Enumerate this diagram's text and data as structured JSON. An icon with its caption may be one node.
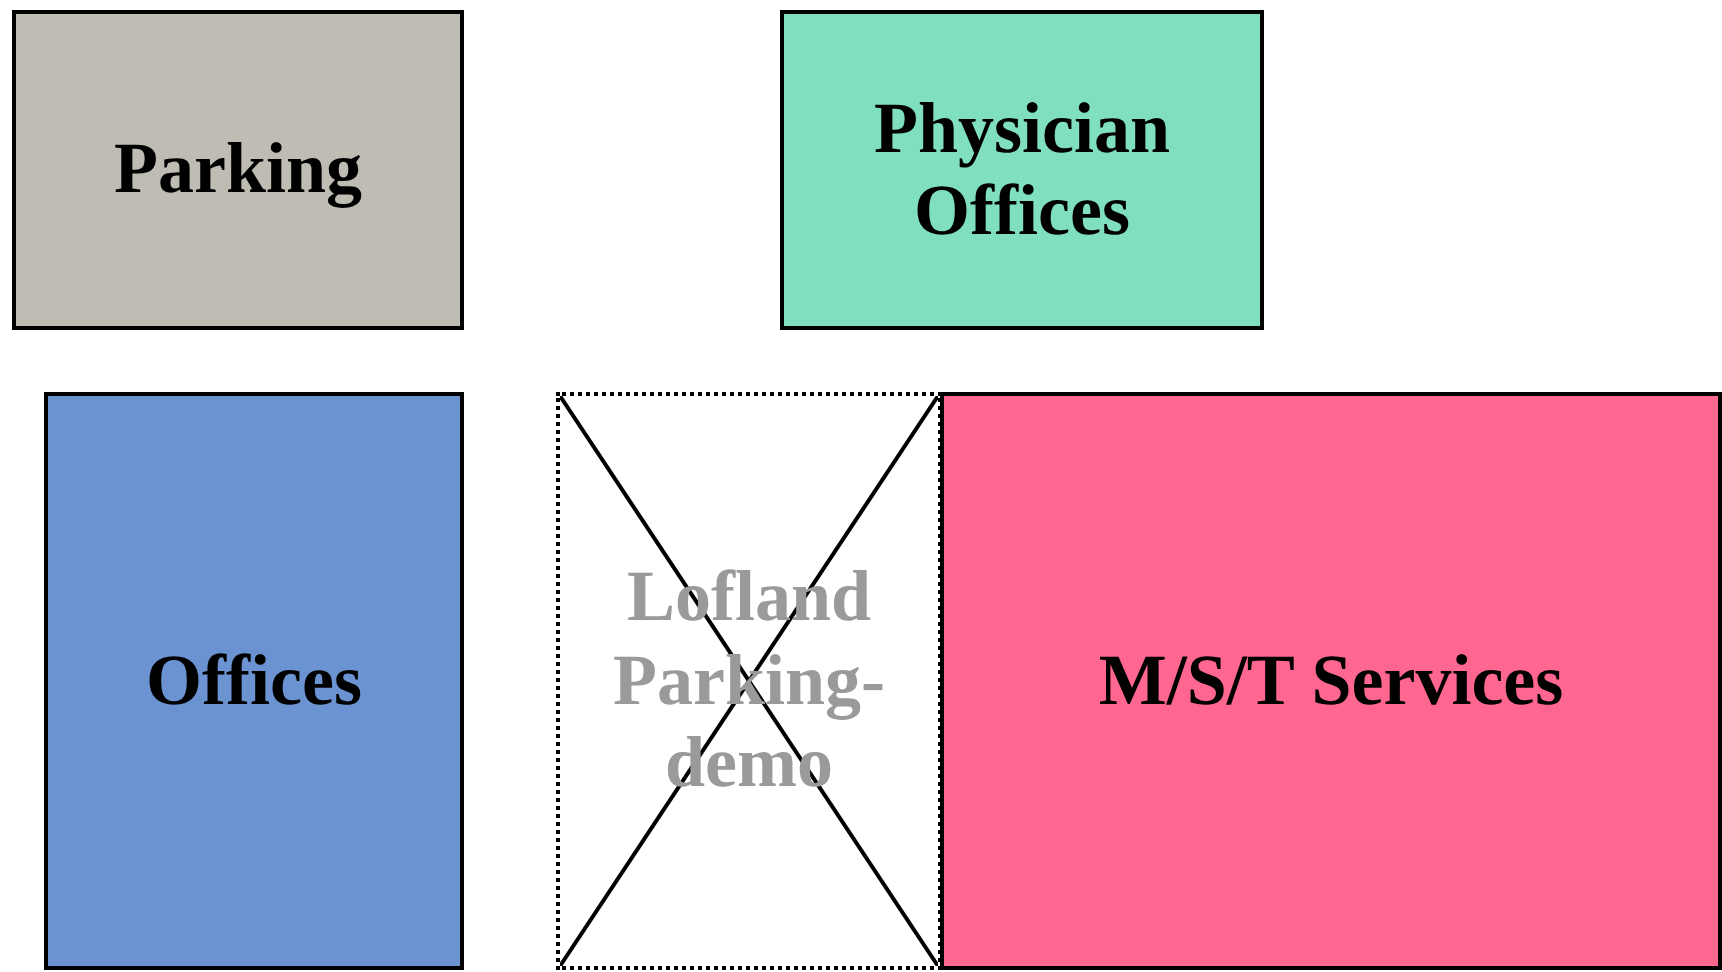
{
  "diagram": {
    "nodes": [
      {
        "text": [
          "Parking"
        ]
      },
      {
        "text": [
          "Physician Offices"
        ]
      },
      {
        "text": [
          "Offices"
        ]
      },
      {
        "text": [
          "Lofland Parking-demo"
        ]
      },
      {
        "text": [
          "M/S/T Services"
        ]
      }
    ]
  }
}
